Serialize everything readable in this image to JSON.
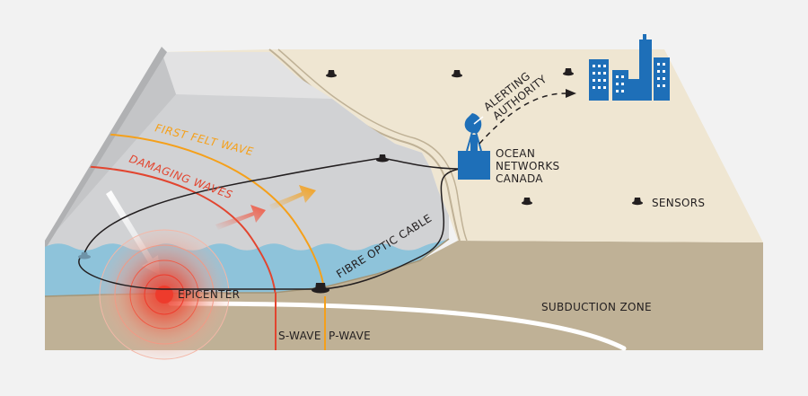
{
  "labels": {
    "alerting_line1": "ALERTING",
    "alerting_line2": "AUTHORITY",
    "onc_line1": "OCEAN",
    "onc_line2": "NETWORKS",
    "onc_line3": "CANADA",
    "sensors": "SENSORS",
    "first_felt_wave": "FIRST FELT WAVE",
    "damaging_waves": "DAMAGING WAVES",
    "fibre_optic_cable": "FIBRE OPTIC CABLE",
    "epicenter": "EPICENTER",
    "subduction_zone": "SUBDUCTION ZONE",
    "s_wave": "S-WAVE",
    "p_wave": "P-WAVE"
  },
  "colors": {
    "background": "#f2f2f2",
    "land": "#efe6d2",
    "land_side": "#bfb196",
    "ocean_basin": "#d1d2d4",
    "water": "#8ec3da",
    "seabed": "#bfb196",
    "p_wave": "#f5a01a",
    "s_wave": "#e2452f",
    "epicenter": "#ee3b2c",
    "onc_blue": "#1e6fb8",
    "cable": "#231f20"
  },
  "icons": {
    "city": "city-buildings-icon",
    "tower": "radio-tower-icon",
    "sensor": "seismic-sensor-icon"
  }
}
